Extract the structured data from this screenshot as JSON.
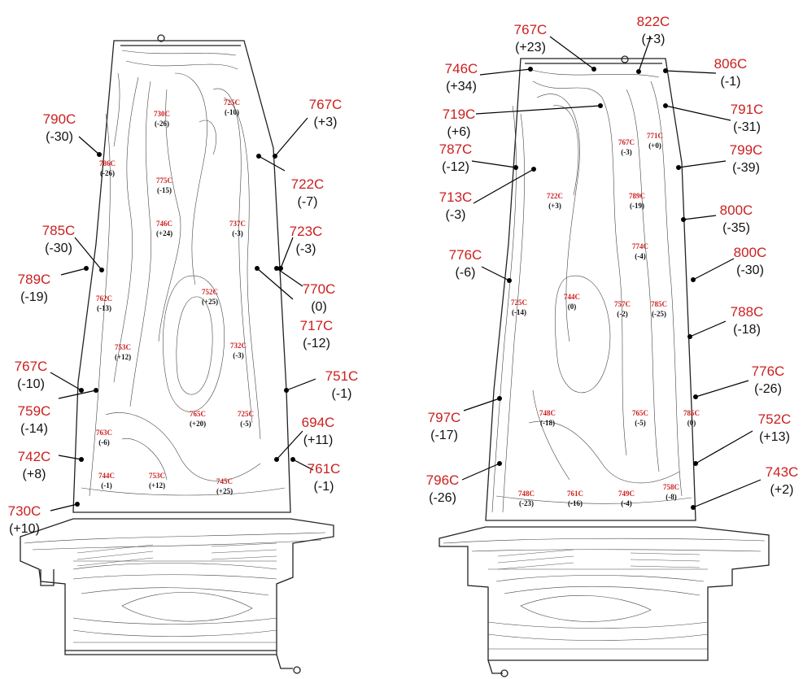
{
  "left_blade": {
    "callouts": [
      {
        "temp": "790C",
        "delta": "(-30)"
      },
      {
        "temp": "767C",
        "delta": "(+3)"
      },
      {
        "temp": "722C",
        "delta": "(-7)"
      },
      {
        "temp": "785C",
        "delta": "(-30)"
      },
      {
        "temp": "723C",
        "delta": "(-3)"
      },
      {
        "temp": "789C",
        "delta": "(-19)"
      },
      {
        "temp": "770C",
        "delta": "(0)"
      },
      {
        "temp": "717C",
        "delta": "(-12)"
      },
      {
        "temp": "767C",
        "delta": "(-10)"
      },
      {
        "temp": "751C",
        "delta": "(-1)"
      },
      {
        "temp": "759C",
        "delta": "(-14)"
      },
      {
        "temp": "694C",
        "delta": "(+11)"
      },
      {
        "temp": "742C",
        "delta": "(+8)"
      },
      {
        "temp": "761C",
        "delta": "(-1)"
      },
      {
        "temp": "730C",
        "delta": "(+10)"
      }
    ],
    "inner_labels": [
      {
        "temp": "730C",
        "delta": "(-26)"
      },
      {
        "temp": "725C",
        "delta": "(-10)"
      },
      {
        "temp": "786C",
        "delta": "(-26)"
      },
      {
        "temp": "775C",
        "delta": "(-15)"
      },
      {
        "temp": "746C",
        "delta": "(+24)"
      },
      {
        "temp": "737C",
        "delta": "(-3)"
      },
      {
        "temp": "762C",
        "delta": "(-13)"
      },
      {
        "temp": "752C",
        "delta": "(+25)"
      },
      {
        "temp": "753C",
        "delta": "(+12)"
      },
      {
        "temp": "732C",
        "delta": "(-3)"
      },
      {
        "temp": "765C",
        "delta": "(+20)"
      },
      {
        "temp": "725C",
        "delta": "(-5)"
      },
      {
        "temp": "763C",
        "delta": "(-6)"
      },
      {
        "temp": "744C",
        "delta": "(-1)"
      },
      {
        "temp": "753C",
        "delta": "(+12)"
      },
      {
        "temp": "745C",
        "delta": "(+25)"
      }
    ]
  },
  "right_blade": {
    "callouts": [
      {
        "temp": "767C",
        "delta": "(+23)"
      },
      {
        "temp": "822C",
        "delta": "(+3)"
      },
      {
        "temp": "746C",
        "delta": "(+34)"
      },
      {
        "temp": "806C",
        "delta": "(-1)"
      },
      {
        "temp": "719C",
        "delta": "(+6)"
      },
      {
        "temp": "791C",
        "delta": "(-31)"
      },
      {
        "temp": "787C",
        "delta": "(-12)"
      },
      {
        "temp": "799C",
        "delta": "(-39)"
      },
      {
        "temp": "713C",
        "delta": "(-3)"
      },
      {
        "temp": "800C",
        "delta": "(-35)"
      },
      {
        "temp": "776C",
        "delta": "(-6)"
      },
      {
        "temp": "800C",
        "delta": "(-30)"
      },
      {
        "temp": "788C",
        "delta": "(-18)"
      },
      {
        "temp": "776C",
        "delta": "(-26)"
      },
      {
        "temp": "797C",
        "delta": "(-17)"
      },
      {
        "temp": "752C",
        "delta": "(+13)"
      },
      {
        "temp": "796C",
        "delta": "(-26)"
      },
      {
        "temp": "743C",
        "delta": "(+2)"
      }
    ],
    "inner_labels": [
      {
        "temp": "771C",
        "delta": "(+0)"
      },
      {
        "temp": "767C",
        "delta": "(-3)"
      },
      {
        "temp": "722C",
        "delta": "(+3)"
      },
      {
        "temp": "789C",
        "delta": "(-19)"
      },
      {
        "temp": "774C",
        "delta": "(-4)"
      },
      {
        "temp": "725C",
        "delta": "(-14)"
      },
      {
        "temp": "744C",
        "delta": "(0)"
      },
      {
        "temp": "757C",
        "delta": "(-2)"
      },
      {
        "temp": "785C",
        "delta": "(-25)"
      },
      {
        "temp": "748C",
        "delta": "(-18)"
      },
      {
        "temp": "765C",
        "delta": "(-5)"
      },
      {
        "temp": "785C",
        "delta": "(0)"
      },
      {
        "temp": "748C",
        "delta": "(-23)"
      },
      {
        "temp": "761C",
        "delta": "(-16)"
      },
      {
        "temp": "749C",
        "delta": "(-4)"
      },
      {
        "temp": "758C",
        "delta": "(-8)"
      }
    ]
  },
  "colors": {
    "temperature": "#cc1f1f",
    "delta": "#111111",
    "contour": "#444444"
  }
}
